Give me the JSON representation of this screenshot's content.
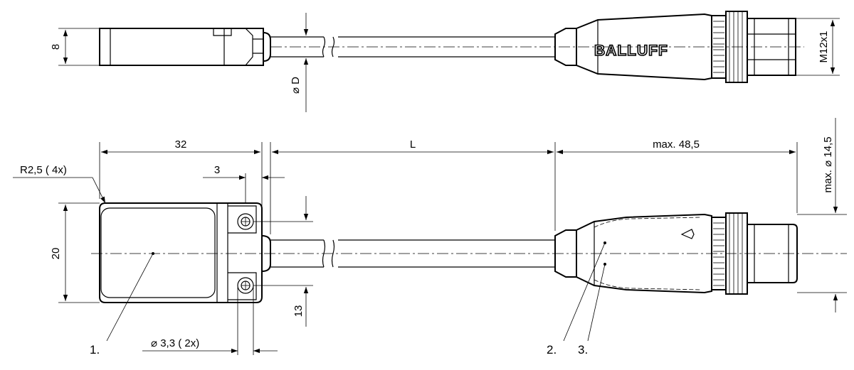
{
  "top_view": {
    "dim_height": "8",
    "dim_cable_diameter": "⌀ D",
    "dim_thread": "M12x1",
    "brand": "BALLUFF"
  },
  "front_view": {
    "dim_body_length": "32",
    "dim_cable_length": "L",
    "dim_connector_length": "max. 48,5",
    "dim_connector_diameter": "max. ⌀ 14,5",
    "dim_radius": "R2,5 ( 4x)",
    "dim_flange": "3",
    "dim_body_height": "20",
    "dim_hole_spacing": "13",
    "dim_hole_diameter": "⌀ 3,3 ( 2x)"
  },
  "callouts": [
    "1.",
    "2.",
    "3."
  ]
}
